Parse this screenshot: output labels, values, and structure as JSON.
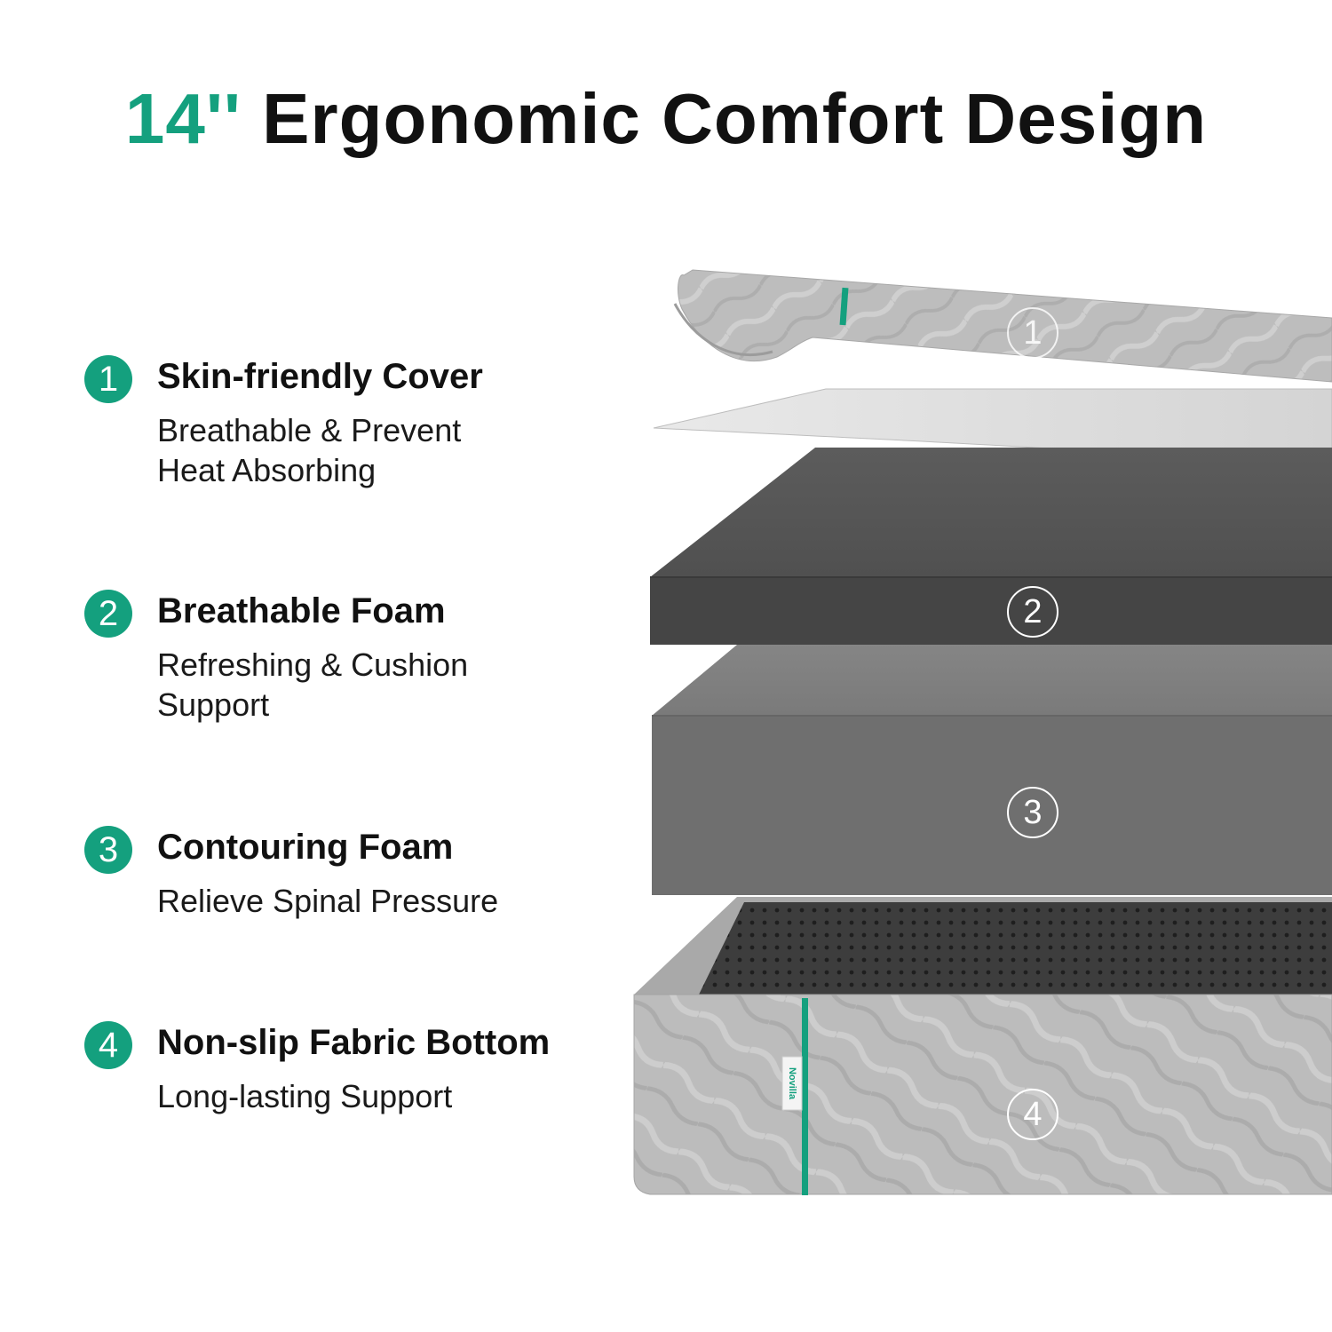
{
  "headline": {
    "accent": "14''",
    "rest": "Ergonomic Comfort Design"
  },
  "colors": {
    "accent": "#14a07e",
    "cover_fabric": "#b9b9b9",
    "breathable_foam": "#4d4d4d",
    "contouring_foam": "#787878",
    "base_fabric": "#bcbcbc"
  },
  "features": [
    {
      "number": "1",
      "title": "Skin-friendly Cover",
      "desc_line1": "Breathable & Prevent",
      "desc_line2": "Heat Absorbing"
    },
    {
      "number": "2",
      "title": "Breathable Foam",
      "desc_line1": "Refreshing & Cushion",
      "desc_line2": "Support"
    },
    {
      "number": "3",
      "title": "Contouring Foam",
      "desc_line1": "Relieve Spinal Pressure",
      "desc_line2": ""
    },
    {
      "number": "4",
      "title": "Non-slip Fabric Bottom",
      "desc_line1": "Long-lasting Support",
      "desc_line2": ""
    }
  ],
  "layer_markers": [
    "1",
    "2",
    "3",
    "4"
  ],
  "brand_tag": "Novilla"
}
